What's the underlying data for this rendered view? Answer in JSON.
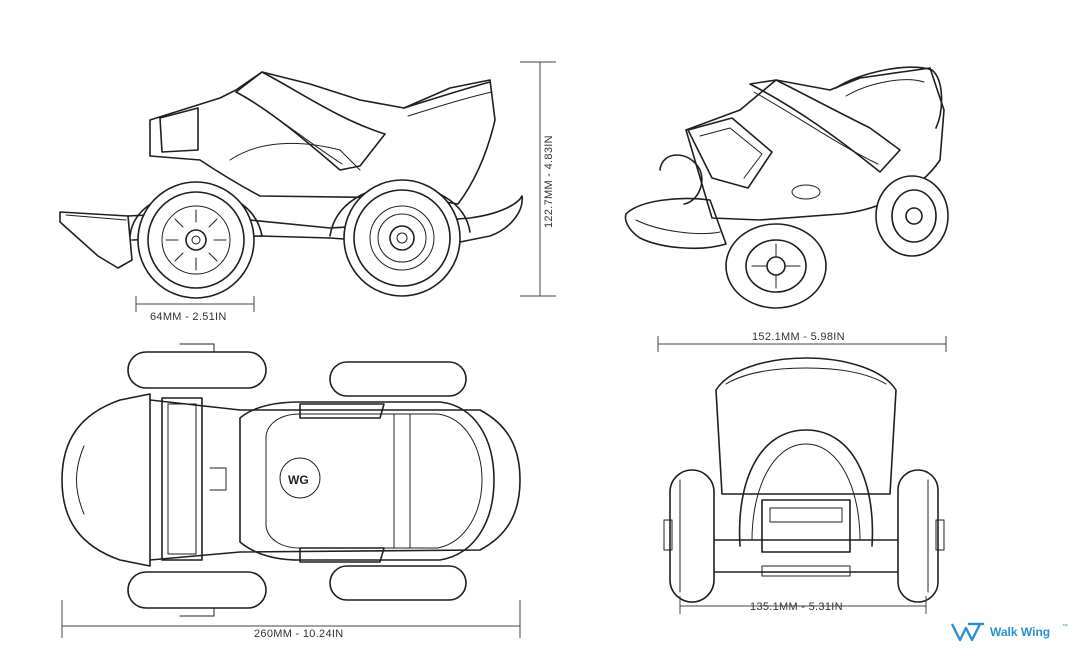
{
  "dimensions": {
    "side_height": "122.7MM - 4.83IN",
    "side_wheel": "64MM - 2.51IN",
    "front_width_top": "152.1MM - 5.98IN",
    "front_width_bottom": "135.1MM - 5.31IN",
    "top_length": "260MM - 10.24IN"
  },
  "brand": {
    "name": "Walk Wing",
    "trademark": "™",
    "logo_letters": "WG",
    "color": "#2a8fd6"
  }
}
